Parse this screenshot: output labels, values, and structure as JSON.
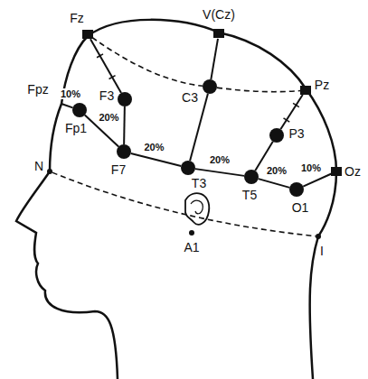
{
  "diagram": {
    "nodes": [
      {
        "text": [
          "Fz"
        ]
      },
      {
        "text": [
          "V(Cz)"
        ]
      },
      {
        "text": [
          "F3"
        ]
      },
      {
        "text": [
          "C3"
        ]
      },
      {
        "text": [
          "Pz"
        ]
      },
      {
        "text": [
          "Fpz"
        ]
      },
      {
        "text": [
          "Fp1"
        ]
      },
      {
        "text": [
          "F7"
        ]
      },
      {
        "text": [
          "T3"
        ]
      },
      {
        "text": [
          "P3"
        ]
      },
      {
        "text": [
          "T5"
        ]
      },
      {
        "text": [
          "O1"
        ]
      },
      {
        "text": [
          "Oz"
        ]
      },
      {
        "text": [
          "N"
        ]
      },
      {
        "text": [
          "A1"
        ]
      },
      {
        "text": [
          "I"
        ]
      }
    ],
    "edges": [
      {
        "from": 5,
        "to": 6,
        "arrow": "none",
        "label": "10%"
      },
      {
        "from": 6,
        "to": 7,
        "arrow": "none",
        "label": "20%"
      },
      {
        "from": 7,
        "to": 8,
        "arrow": "none",
        "label": "20%"
      },
      {
        "from": 8,
        "to": 10,
        "arrow": "none",
        "label": "20%"
      },
      {
        "from": 10,
        "to": 11,
        "arrow": "none",
        "label": "20%"
      },
      {
        "from": 11,
        "to": 12,
        "arrow": "none",
        "label": "10%"
      },
      {
        "from": 0,
        "to": 2,
        "arrow": "none"
      },
      {
        "from": 2,
        "to": 7,
        "arrow": "none"
      },
      {
        "from": 1,
        "to": 3,
        "arrow": "none"
      },
      {
        "from": 3,
        "to": 8,
        "arrow": "none"
      },
      {
        "from": 4,
        "to": 9,
        "arrow": "none"
      },
      {
        "from": 9,
        "to": 10,
        "arrow": "none"
      },
      {
        "from": 0,
        "to": 3,
        "arrow": "none"
      },
      {
        "from": 3,
        "to": 4,
        "arrow": "none"
      },
      {
        "from": 13,
        "to": 15,
        "arrow": "none"
      }
    ]
  }
}
